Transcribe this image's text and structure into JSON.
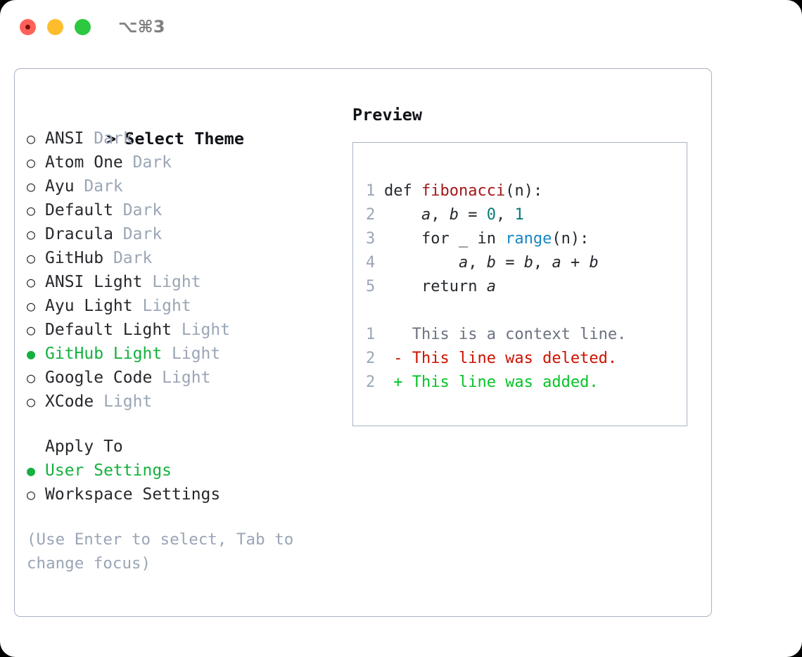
{
  "titlebar": {
    "shortcut": "⌥⌘3",
    "buttons": [
      {
        "name": "close",
        "color": "#ff6159"
      },
      {
        "name": "minimize",
        "color": "#ffbd2e"
      },
      {
        "name": "maximize",
        "color": "#2bc840"
      }
    ]
  },
  "theme_picker": {
    "header": "Select Theme",
    "header_marker": ">",
    "marker_selected": "●",
    "marker_unselected": "○",
    "selected_color": "#14b13e",
    "variant_color": "#9aa5b6",
    "items": [
      {
        "label": "ANSI",
        "variant": "Dark",
        "selected": false
      },
      {
        "label": "Atom One",
        "variant": "Dark",
        "selected": false
      },
      {
        "label": "Ayu",
        "variant": "Dark",
        "selected": false
      },
      {
        "label": "Default",
        "variant": "Dark",
        "selected": false
      },
      {
        "label": "Dracula",
        "variant": "Dark",
        "selected": false
      },
      {
        "label": "GitHub",
        "variant": "Dark",
        "selected": false
      },
      {
        "label": "ANSI Light",
        "variant": "Light",
        "selected": false
      },
      {
        "label": "Ayu Light",
        "variant": "Light",
        "selected": false
      },
      {
        "label": "Default Light",
        "variant": "Light",
        "selected": false
      },
      {
        "label": "GitHub Light",
        "variant": "Light",
        "selected": true
      },
      {
        "label": "Google Code",
        "variant": "Light",
        "selected": false
      },
      {
        "label": "XCode",
        "variant": "Light",
        "selected": false
      }
    ]
  },
  "apply_to": {
    "header": "Apply To",
    "items": [
      {
        "label": "User Settings",
        "selected": true
      },
      {
        "label": "Workspace Settings",
        "selected": false
      }
    ]
  },
  "hint": "(Use Enter to select, Tab to change focus)",
  "preview": {
    "title": "Preview",
    "code": [
      {
        "num": "1",
        "parts": [
          {
            "text": "def ",
            "style": "plain"
          },
          {
            "text": "fibonacci",
            "style": "func"
          },
          {
            "text": "(n):",
            "style": "plain"
          }
        ]
      },
      {
        "num": "2",
        "parts": [
          {
            "text": "    ",
            "style": "plain"
          },
          {
            "text": "a",
            "style": "var"
          },
          {
            "text": ", ",
            "style": "plain"
          },
          {
            "text": "b",
            "style": "var"
          },
          {
            "text": " = ",
            "style": "plain"
          },
          {
            "text": "0",
            "style": "num"
          },
          {
            "text": ", ",
            "style": "plain"
          },
          {
            "text": "1",
            "style": "num"
          }
        ]
      },
      {
        "num": "3",
        "parts": [
          {
            "text": "    for _ in ",
            "style": "plain"
          },
          {
            "text": "range",
            "style": "call"
          },
          {
            "text": "(n):",
            "style": "plain"
          }
        ]
      },
      {
        "num": "4",
        "parts": [
          {
            "text": "        ",
            "style": "plain"
          },
          {
            "text": "a",
            "style": "var"
          },
          {
            "text": ", ",
            "style": "plain"
          },
          {
            "text": "b",
            "style": "var"
          },
          {
            "text": " = ",
            "style": "plain"
          },
          {
            "text": "b",
            "style": "var"
          },
          {
            "text": ", ",
            "style": "plain"
          },
          {
            "text": "a",
            "style": "var"
          },
          {
            "text": " + ",
            "style": "plain"
          },
          {
            "text": "b",
            "style": "var"
          }
        ]
      },
      {
        "num": "5",
        "parts": [
          {
            "text": "    return ",
            "style": "plain"
          },
          {
            "text": "a",
            "style": "var"
          }
        ]
      }
    ],
    "diff": [
      {
        "num": "1",
        "sign": " ",
        "text": " This is a context line.",
        "kind": "context"
      },
      {
        "num": "2",
        "sign": "-",
        "text": " This line was deleted.",
        "kind": "deleted"
      },
      {
        "num": "2",
        "sign": "+",
        "text": " This line was added.",
        "kind": "added"
      }
    ],
    "colors": {
      "func": "#a3161a",
      "number": "#0a7a7a",
      "call": "#1886c4",
      "context": "#6b7280",
      "deleted": "#cc1100",
      "added": "#05c326",
      "line_number": "#9aa5b6",
      "border": "#a9b3c3"
    }
  }
}
